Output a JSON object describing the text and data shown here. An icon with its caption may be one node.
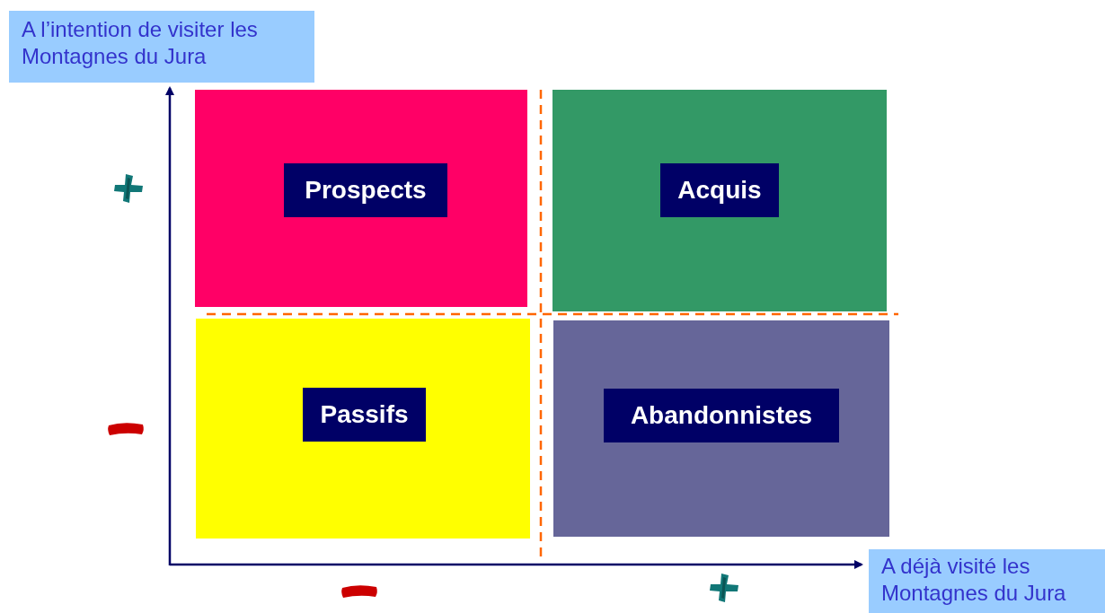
{
  "diagram": {
    "nodes": [
      {
        "text": [
          "Prospects"
        ]
      },
      {
        "text": [
          "Acquis"
        ]
      },
      {
        "text": [
          "Passifs"
        ]
      },
      {
        "text": [
          "Abandonnistes"
        ]
      }
    ],
    "labels": [
      "A l’intention de visiter les Montagnes du Jura",
      "A déjà visité les Montagnes du Jura"
    ]
  }
}
